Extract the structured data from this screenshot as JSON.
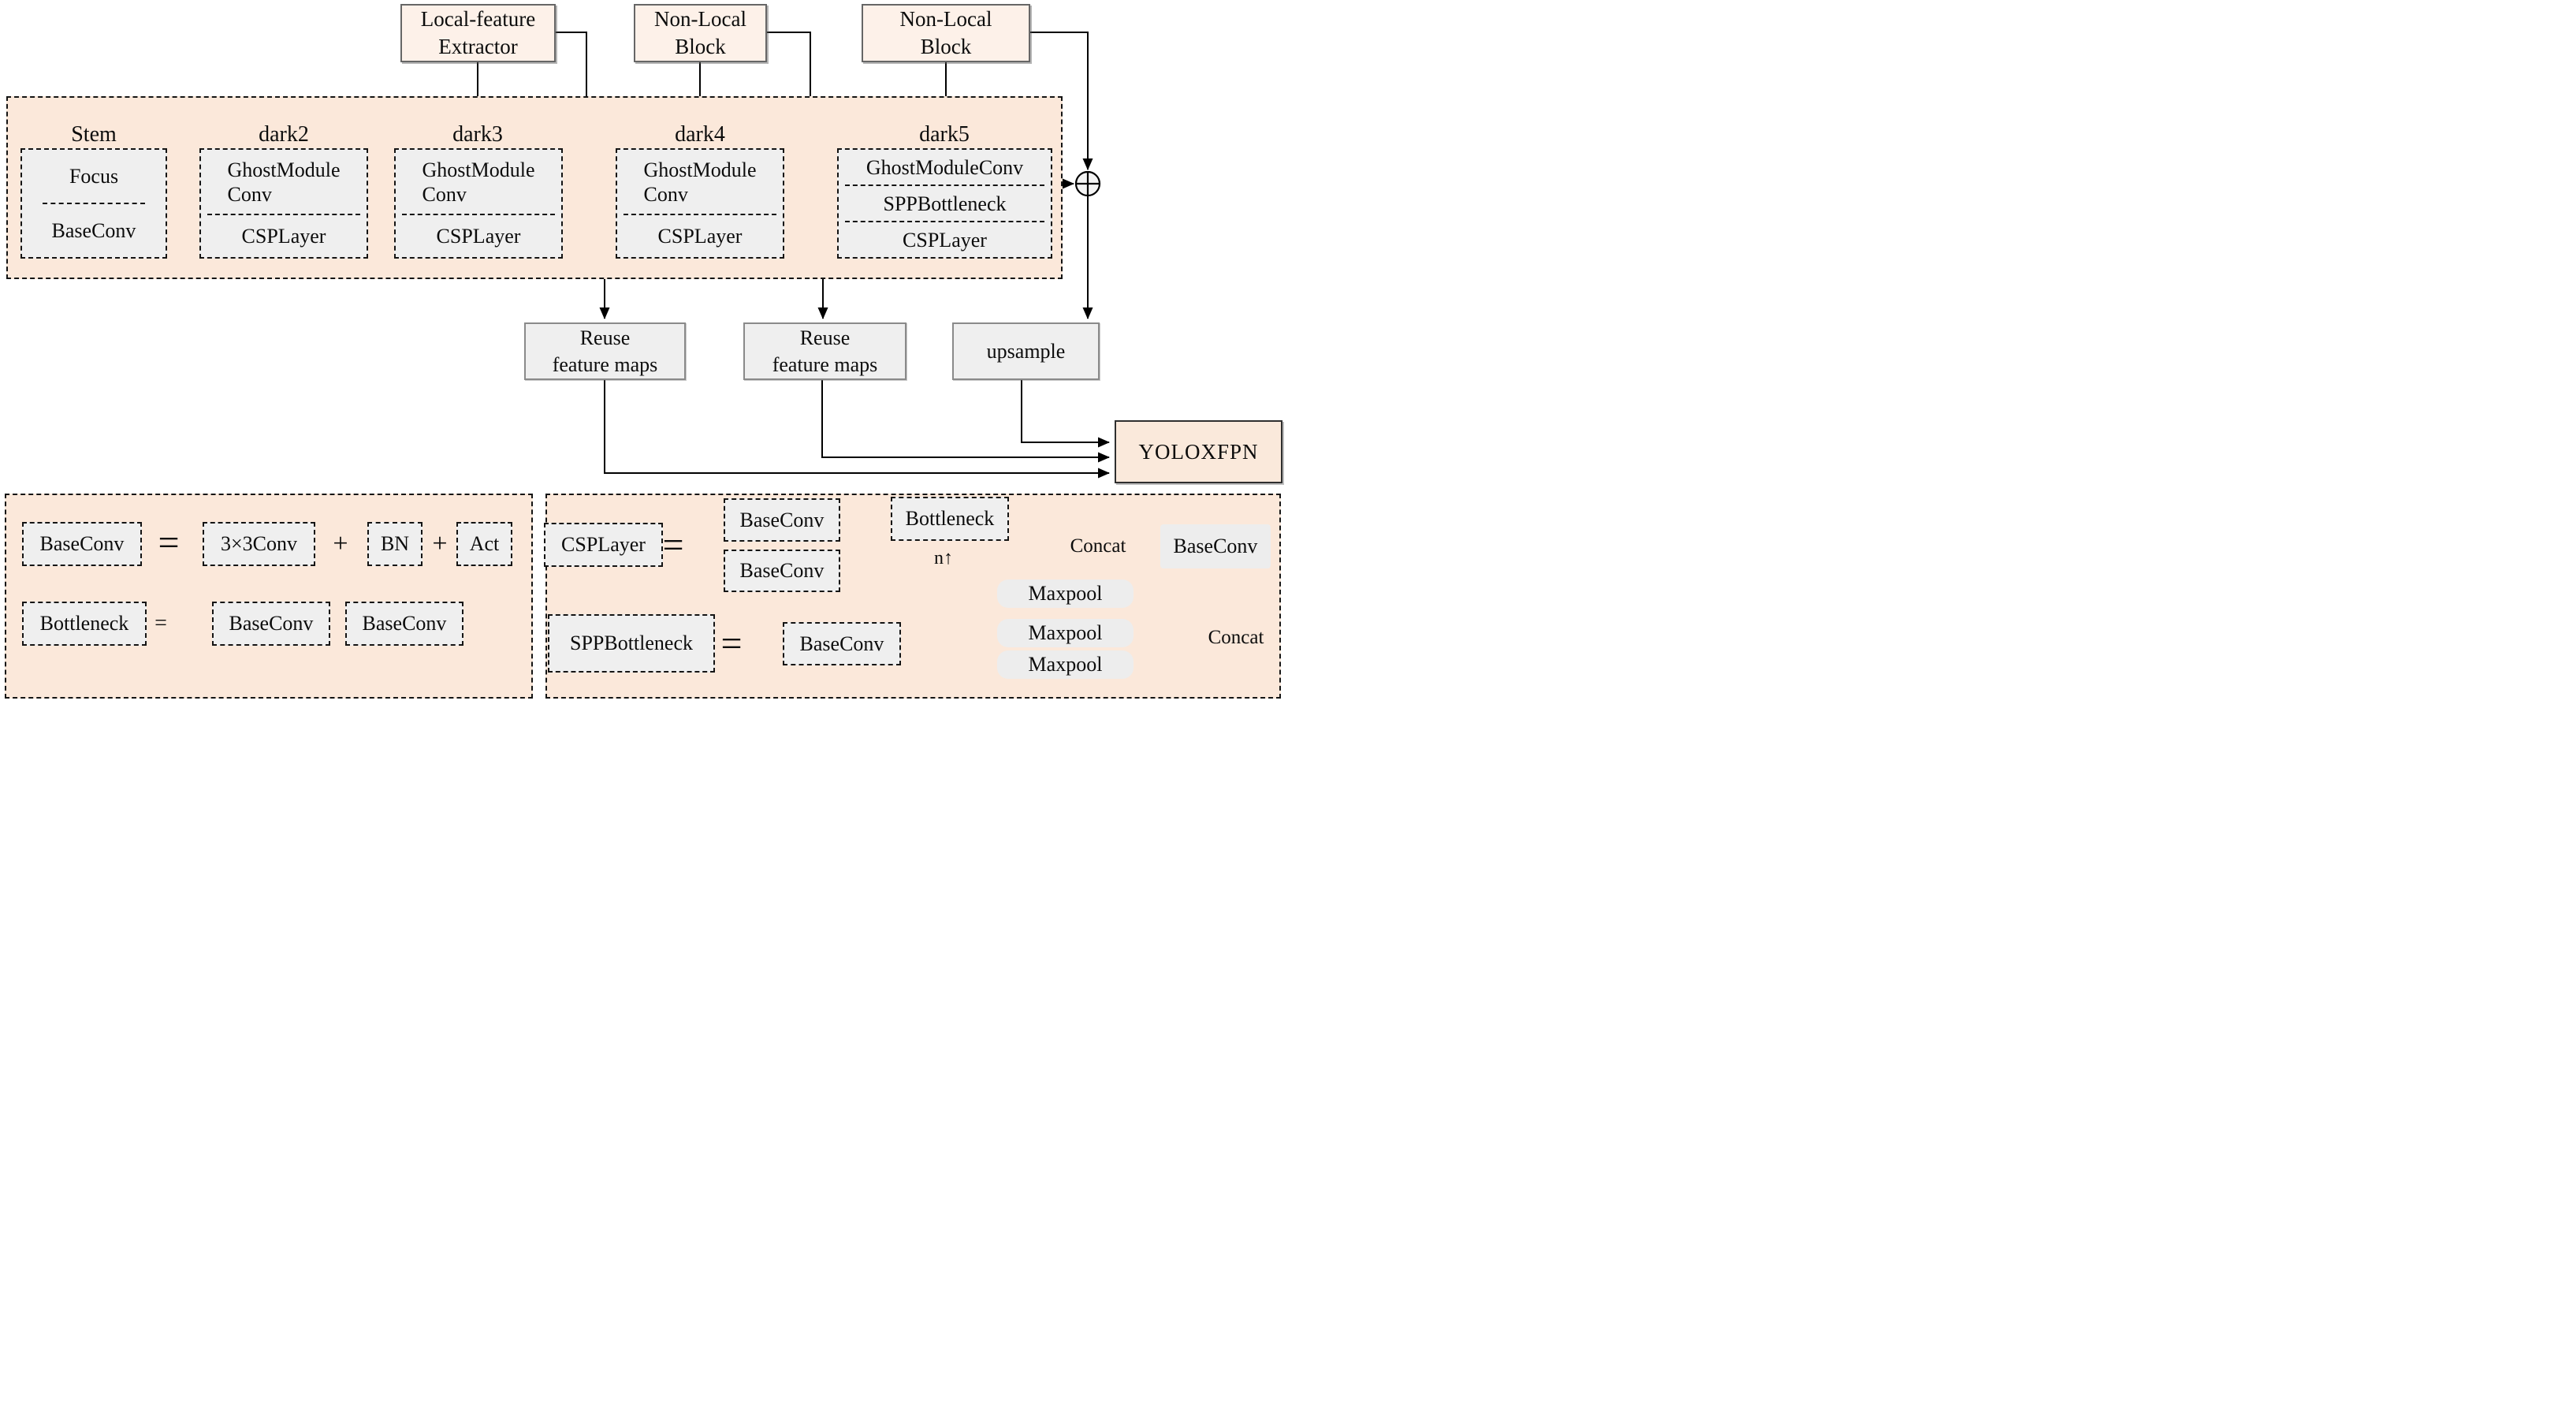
{
  "top_blocks": {
    "local_feature_extractor": "Local-feature\nExtractor",
    "non_local_block_1": "Non-Local\nBlock",
    "non_local_block_2": "Non-Local\nBlock"
  },
  "backbone": {
    "stages": [
      {
        "label": "Stem",
        "modules": [
          "Focus",
          "BaseConv"
        ]
      },
      {
        "label": "dark2",
        "modules": [
          "GhostModule\nConv",
          "CSPLayer"
        ]
      },
      {
        "label": "dark3",
        "modules": [
          "GhostModule\nConv",
          "CSPLayer"
        ]
      },
      {
        "label": "dark4",
        "modules": [
          "GhostModule\nConv",
          "CSPLayer"
        ]
      },
      {
        "label": "dark5",
        "modules": [
          "GhostModuleConv",
          "SPPBottleneck",
          "CSPLayer"
        ]
      }
    ]
  },
  "mid_blocks": {
    "reuse_1": "Reuse\nfeature maps",
    "reuse_2": "Reuse\nfeature maps",
    "upsample": "upsample",
    "yoloxfpn": "YOLOXFPN"
  },
  "legend_left": {
    "baseconv_rule": {
      "lhs": "BaseConv",
      "eq": "=",
      "conv": "3×3Conv",
      "plus1": "+",
      "bn": "BN",
      "plus2": "+",
      "act": "Act"
    },
    "bottleneck_rule": {
      "lhs": "Bottleneck",
      "eq": "=",
      "step1": "BaseConv",
      "step2": "BaseConv"
    }
  },
  "legend_right": {
    "csplayer_rule": {
      "lhs": "CSPLayer",
      "eq": "=",
      "branch_top": "BaseConv",
      "branch_bottom": "BaseConv",
      "bottleneck": "Bottleneck",
      "n_label": "n↑",
      "concat": "Concat",
      "out": "BaseConv"
    },
    "spp_rule": {
      "lhs": "SPPBottleneck",
      "eq": "=",
      "baseconv": "BaseConv",
      "maxpools": [
        "Maxpool",
        "Maxpool",
        "Maxpool"
      ],
      "concat": "Concat"
    }
  },
  "colors": {
    "peach": "#fbe8da",
    "peach_light": "#fdf1e9",
    "module_gray": "#efefef",
    "line": "#000000"
  }
}
